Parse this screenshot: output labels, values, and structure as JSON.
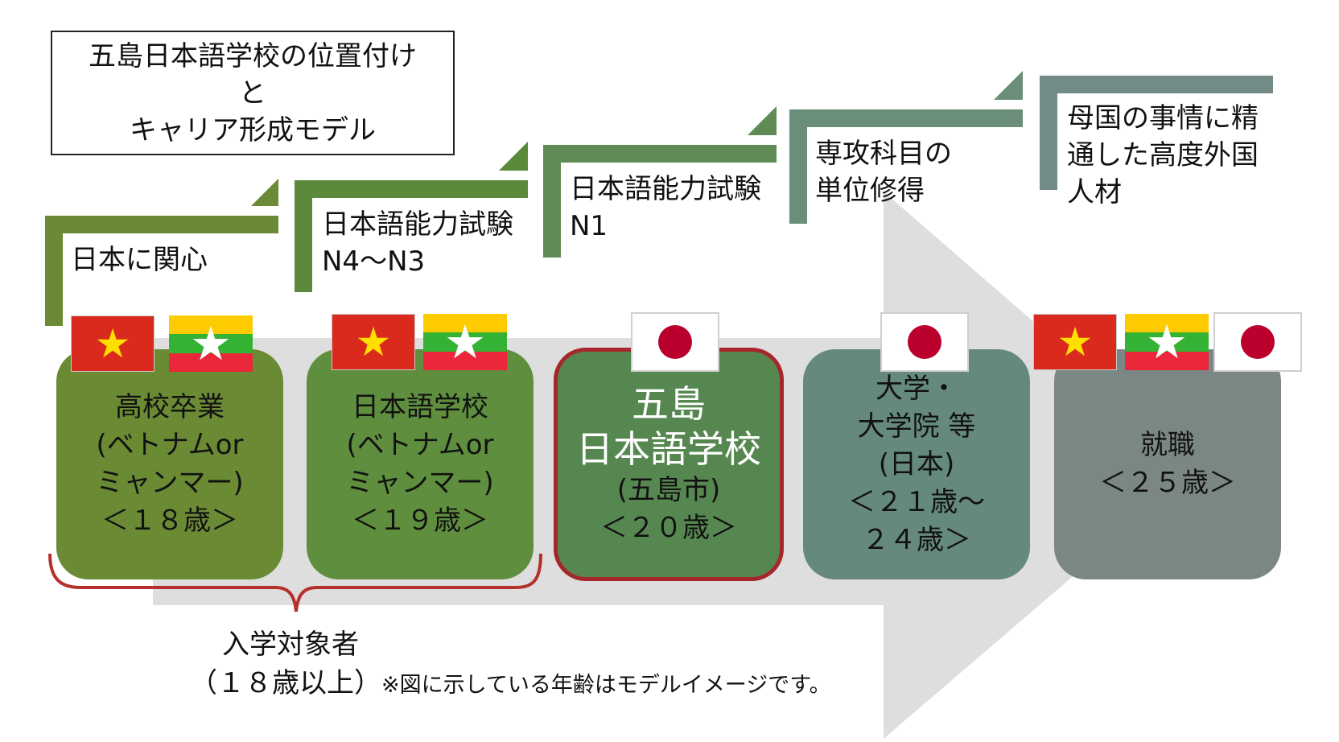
{
  "title": {
    "line1": "五島日本語学校の位置付け",
    "line2": "と",
    "line3": "キャリア形成モデル"
  },
  "steps": [
    {
      "line1": "日本に関心",
      "line2": ""
    },
    {
      "line1": "日本語能力試験",
      "line2": "N4〜N3"
    },
    {
      "line1": "日本語能力試験",
      "line2": "N1"
    },
    {
      "line1": "専攻科目の",
      "line2": "単位修得"
    },
    {
      "line1": "母国の事情に精",
      "line2": "通した高度外国",
      "line3": "人材"
    }
  ],
  "stages": [
    {
      "lines": [
        "高校卒業",
        "(ベトナムor",
        "ミャンマー)",
        "＜１８歳＞"
      ],
      "flags": [
        "vietnam-flag",
        "myanmar-flag"
      ]
    },
    {
      "lines": [
        "日本語学校",
        "(ベトナムor",
        "ミャンマー)",
        "＜１９歳＞"
      ],
      "flags": [
        "vietnam-flag",
        "myanmar-flag"
      ]
    },
    {
      "big1": "五島",
      "big2": "日本語学校",
      "line3": "(五島市)",
      "line4": "＜２０歳＞",
      "flags": [
        "japan-flag"
      ]
    },
    {
      "lines": [
        "大学・",
        "大学院 等",
        "(日本)",
        "＜２１歳〜",
        "２４歳＞"
      ],
      "flags": [
        "japan-flag"
      ]
    },
    {
      "lines": [
        "就職",
        "＜２５歳＞"
      ],
      "flags": [
        "vietnam-flag",
        "myanmar-flag",
        "japan-flag"
      ]
    }
  ],
  "footer": {
    "target_label": "入学対象者",
    "age_note": "（１８歳以上）",
    "model_note": "※図に示している年齢はモデルイメージです。"
  },
  "colors": {
    "step1": "#6b8a35",
    "step2": "#5a8a3a",
    "step3": "#5f8c54",
    "step4": "#6a8e7a",
    "step5": "#738b86",
    "box1": "#6b8a34",
    "box2": "#5f8f3e",
    "box3": "#568751",
    "box4": "#65897c",
    "box5": "#7b8785",
    "highlight_border": "#a5262b",
    "bracket": "#b5302b",
    "arrow": "#dedede"
  }
}
